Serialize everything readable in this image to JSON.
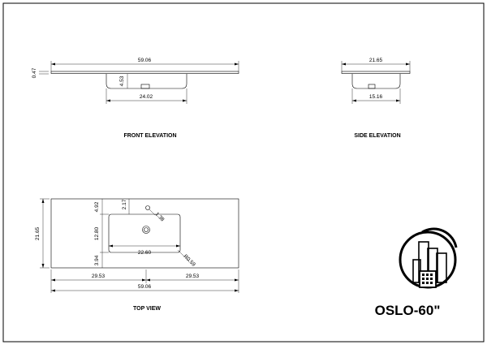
{
  "views": {
    "front": {
      "label": "FRONT ELEVATION",
      "dims": {
        "overall_width": "59.06",
        "thickness": "0.47",
        "bowl_depth": "4.53",
        "bowl_width": "24.02"
      }
    },
    "side": {
      "label": "SIDE ELEVATION",
      "dims": {
        "overall_depth": "21.65",
        "bowl_depth": "15.16"
      }
    },
    "top": {
      "label": "TOP VIEW",
      "dims": {
        "depth": "21.65",
        "top_offset": "4.92",
        "bowl_length": "12.80",
        "bottom_offset": "3.94",
        "faucet_offset": "2.17",
        "faucet_hole": "1.38",
        "bowl_width": "22.60",
        "corner_radius": "R0.59",
        "left_span": "29.53",
        "right_span": "29.53",
        "overall_width": "59.06"
      }
    }
  },
  "product": {
    "name": "OSLO-60\""
  },
  "logo": {
    "icon": "city-building-logo-icon"
  }
}
